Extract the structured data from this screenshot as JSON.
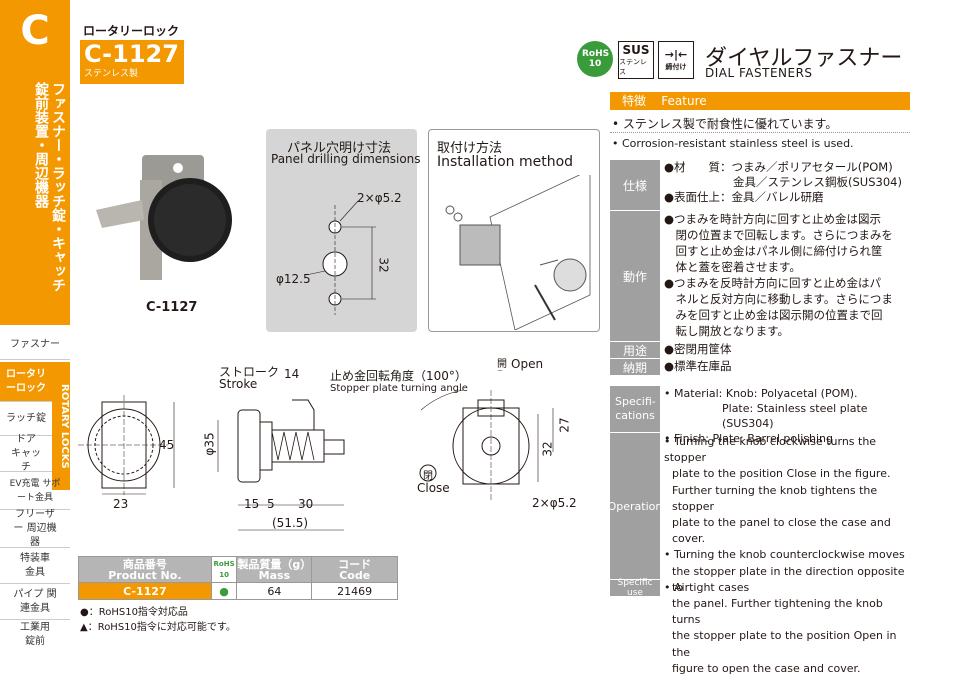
{
  "sidebar": {
    "letter": "C",
    "category_vertical": "ファスナー・ラッチ錠・キャッチ　錠前装置・周辺機器",
    "items": [
      "ファスナー",
      "ロータリーロック",
      "ラッチ錠",
      "ドア キャッチ",
      "EV充電 サポート金具",
      "フリーザー 周辺機器",
      "特装車 金具",
      "パイプ 関連金具",
      "工業用 錠前"
    ],
    "rotary_en": "ROTARY LOCKS"
  },
  "header": {
    "category": "ロータリーロック",
    "product_code": "C-1127",
    "material": "ステンレス製",
    "badge_rohs": "RoHS 10",
    "badge_sus": "SUS",
    "badge_sus_sub": "ステンレス",
    "badge_tighten": "締付け",
    "title_jp": "ダイヤルファスナー",
    "title_en": "DIAL FASTENERS"
  },
  "photo_label": "C-1127",
  "panel_drilling": {
    "title_jp": "パネル穴明け寸法",
    "title_en": "Panel drilling dimensions",
    "dim_holes": "2×φ5.2",
    "dim_center": "φ12.5",
    "dim_height": "32"
  },
  "install": {
    "title_jp": "取付け方法",
    "title_en": "Installation method"
  },
  "drawing": {
    "stroke_jp": "ストローク",
    "stroke_en": "Stroke",
    "stroke_val": "14",
    "angle_jp": "止め金回転角度（100°）",
    "angle_en": "Stopper plate turning angle",
    "open_jp": "開",
    "open_en": "Open",
    "close_jp": "閉",
    "close_en": "Close",
    "d45": "45",
    "d23": "23",
    "d35": "φ35",
    "d15": "15",
    "d5": "5",
    "d30": "30",
    "d515": "(51.5)",
    "d27": "27",
    "d32": "32",
    "d52": "2×φ5.2"
  },
  "table": {
    "h_product_jp": "商品番号",
    "h_product_en": "Product No.",
    "h_rohs": "RoHS 10",
    "h_mass_jp": "製品質量（g）",
    "h_mass_en": "Mass",
    "h_code_jp": "コード",
    "h_code_en": "Code",
    "row_product": "C-1127",
    "row_mass": "64",
    "row_code": "21469"
  },
  "notes": {
    "n1": "●：RoHS10指令対応品",
    "n2": "▲：RoHS10指令に対応可能です。"
  },
  "feature": {
    "bar_jp": "特徴",
    "bar_en": "Feature",
    "f1": "• ステンレス製で耐食性に優れています。",
    "f2": "• Corrosion-resistant stainless steel is used."
  },
  "spec_jp": {
    "label_spec": "仕様",
    "label_action": "動作",
    "label_use": "用途",
    "label_delivery": "納期",
    "spec1": "●材　　質：つまみ／ポリアセタール(POM)",
    "spec2": "　　　　　　金具／ステンレス鋼板(SUS304)",
    "spec3": "●表面仕上：金具／バレル研磨",
    "action1": "●つまみを時計方向に回すと止め金は図示",
    "action2": "　閉の位置まで回転します。さらにつまみを",
    "action3": "　回すと止め金はパネル側に締付けられ筐",
    "action4": "　体と蓋を密着させます。",
    "action5": "●つまみを反時計方向に回すと止め金はパ",
    "action6": "　ネルと反対方向に移動します。さらにつま",
    "action7": "　みを回すと止め金は図示開の位置まで回",
    "action8": "　転し開放となります。",
    "use": "●密閉用筐体",
    "delivery": "●標準在庫品"
  },
  "spec_en": {
    "label_spec": "Specifi- cations",
    "label_op": "Operation",
    "label_use": "Specific use",
    "s1": "• Material: Knob: Polyacetal (POM).",
    "s2": "Plate: Stainless steel plate (SUS304)",
    "s3": "• Finish: Plate: Barrel polishing",
    "o1": "• Turning the knob clockwise turns the stopper",
    "o2": "plate to the position Close in the figure.",
    "o3": "Further turning the knob tightens the stopper",
    "o4": "plate to the panel to close the case and cover.",
    "o5": "• Turning the knob counterclockwise moves",
    "o6": "the stopper plate in the direction opposite to",
    "o7": "the panel. Further tightening the knob turns",
    "o8": "the stopper plate to the position Open in the",
    "o9": "figure to open the case and cover.",
    "use": "• Airtight cases"
  },
  "colors": {
    "accent": "#f39800",
    "rohs": "#3a9b3a",
    "label_gray": "#a0a0a0"
  }
}
